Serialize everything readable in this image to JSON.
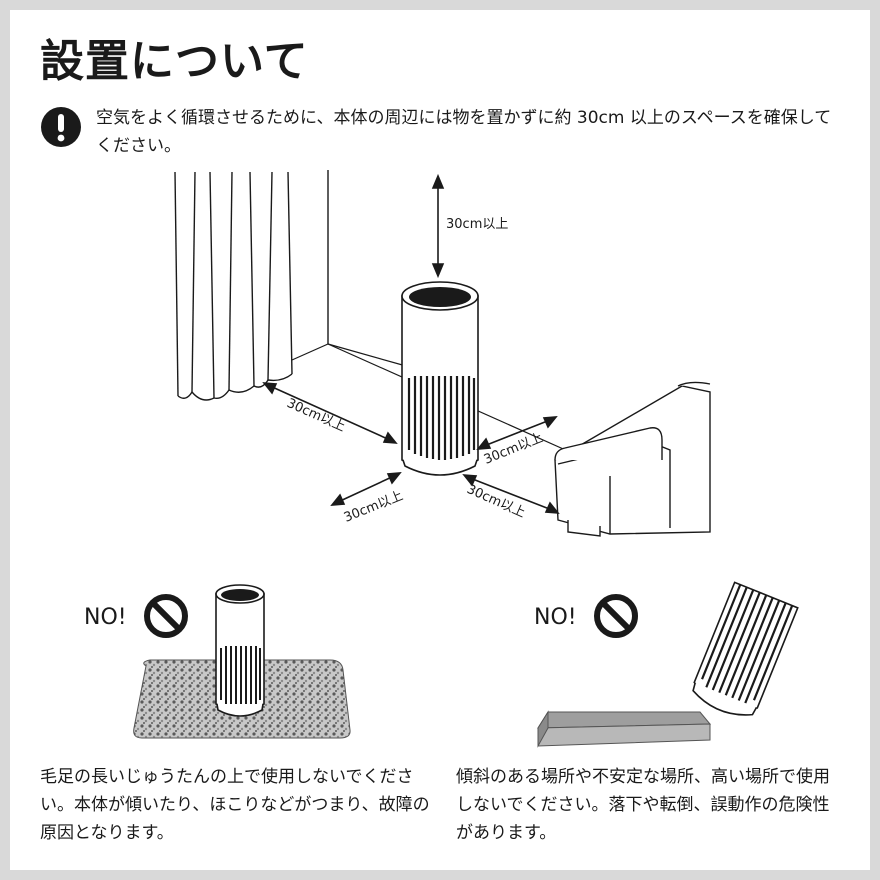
{
  "page": {
    "title": "設置について",
    "notice": "空気をよく循環させるために、本体の周辺には物を置かずに約 30cm 以上のスペースを確保してください。"
  },
  "main_diagram": {
    "label_top": "30cm以上",
    "label_left": "30cm以上",
    "label_front": "30cm以上",
    "label_right": "30cm以上",
    "label_front_right": "30cm以上"
  },
  "bad_examples": [
    {
      "badge": "NO!",
      "caption": "毛足の長いじゅうたんの上で使用しないでください。本体が傾いたり、ほこりなどがつまり、故障の原因となります。"
    },
    {
      "badge": "NO!",
      "caption": "傾斜のある場所や不安定な場所、高い場所で使用しないでください。落下や転倒、誤動作の危険性があります。"
    }
  ],
  "colors": {
    "ink": "#1a1a1a",
    "border": "#d9d9d9",
    "grey": "#bdbdbd"
  }
}
